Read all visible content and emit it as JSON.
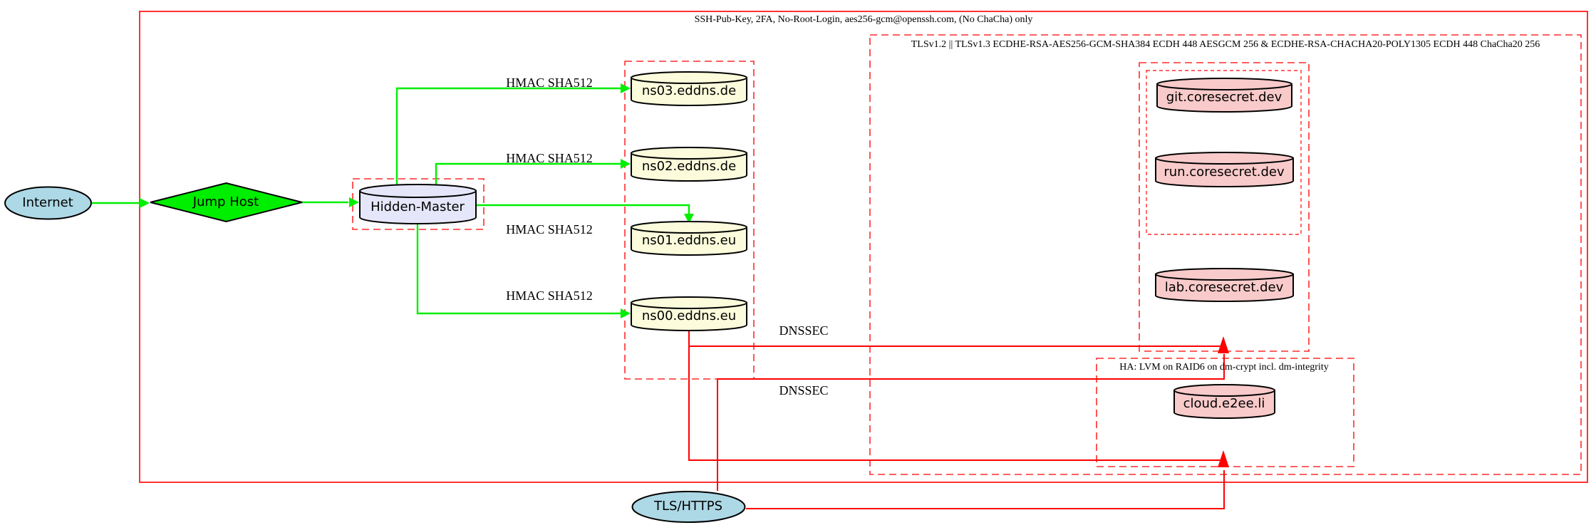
{
  "nodes": {
    "internet": "Internet",
    "jump_host": "Jump Host",
    "hidden_master": "Hidden-Master",
    "ns03": "ns03.eddns.de",
    "ns02": "ns02.eddns.de",
    "ns01": "ns01.eddns.eu",
    "ns00": "ns00.eddns.eu",
    "git": "git.coresecret.dev",
    "run": "run.coresecret.dev",
    "lab": "lab.coresecret.dev",
    "cloud": "cloud.e2ee.li",
    "tls_https": "TLS/HTTPS"
  },
  "cluster_labels": {
    "ssh": "SSH-Pub-Key, 2FA, No-Root-Login, aes256-gcm@openssh.com, (No ChaCha) only",
    "tls": "TLSv1.2 || TLSv1.3 ECDHE-RSA-AES256-GCM-SHA384 ECDH 448 AESGCM 256 & ECDHE-RSA-CHACHA20-POLY1305 ECDH 448 ChaCha20 256",
    "ha": "HA: LVM on RAID6 on dm-crypt incl. dm-integrity"
  },
  "edge_labels": {
    "hmac": "HMAC SHA512",
    "dnssec": "DNSSEC"
  },
  "colors": {
    "secure_edge_green": "#00ee00",
    "encrypted_edge_red": "#fe0000",
    "cluster_border_red": "#ff2b2b",
    "node_outline": "#000000",
    "internet_fill": "#add8e6",
    "jump_host_fill": "#00ee00",
    "hidden_master_fill": "#e6e6fa",
    "nameserver_fill": "#fcfcdc",
    "service_fill": "#f9caca"
  }
}
